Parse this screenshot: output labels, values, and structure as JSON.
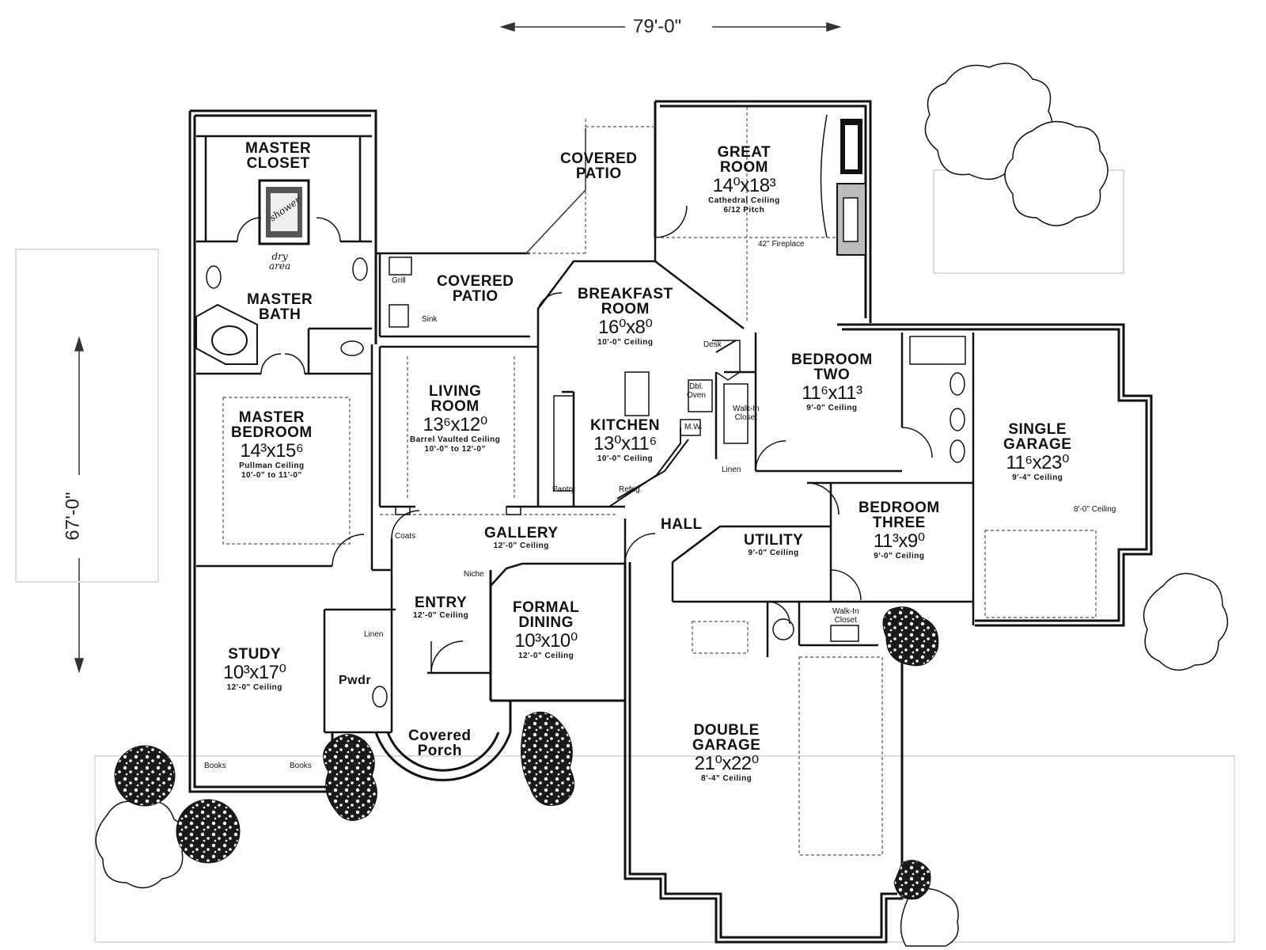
{
  "overall": {
    "width": "79'-0\"",
    "depth": "67'-0\""
  },
  "rooms": {
    "master_closet": {
      "name": [
        "MASTER",
        "CLOSET"
      ]
    },
    "master_bath": {
      "name": [
        "MASTER",
        "BATH"
      ]
    },
    "master_bedroom": {
      "name": [
        "MASTER",
        "BEDROOM"
      ],
      "dim": "14³x15⁶",
      "notes": [
        "Pullman Ceiling",
        "10'-0\" to 11'-0\""
      ]
    },
    "study": {
      "name": [
        "STUDY"
      ],
      "dim": "10³x17⁰",
      "notes": [
        "12'-0\" Ceiling"
      ]
    },
    "covered_patio_top": {
      "name": [
        "COVERED",
        "PATIO"
      ]
    },
    "covered_patio_mid": {
      "name": [
        "COVERED",
        "PATIO"
      ]
    },
    "great_room": {
      "name": [
        "GREAT",
        "ROOM"
      ],
      "dim": "14⁰x18³",
      "notes": [
        "Cathedral Ceiling",
        "6/12 Pitch"
      ]
    },
    "breakfast_room": {
      "name": [
        "BREAKFAST",
        "ROOM"
      ],
      "dim": "16⁰x8⁰",
      "notes": [
        "10'-0\" Ceiling"
      ]
    },
    "living_room": {
      "name": [
        "LIVING",
        "ROOM"
      ],
      "dim": "13⁶x12⁰",
      "notes": [
        "Barrel Vaulted Ceiling",
        "10'-0\" to 12'-0\""
      ]
    },
    "kitchen": {
      "name": [
        "KITCHEN"
      ],
      "dim": "13⁰x11⁶",
      "notes": [
        "10'-0\" Ceiling"
      ]
    },
    "bedroom_two": {
      "name": [
        "BEDROOM",
        "TWO"
      ],
      "dim": "11⁶x11³",
      "notes": [
        "9'-0\" Ceiling"
      ]
    },
    "single_garage": {
      "name": [
        "SINGLE",
        "GARAGE"
      ],
      "dim": "11⁶x23⁰",
      "notes": [
        "9'-4\" Ceiling"
      ]
    },
    "bedroom_three": {
      "name": [
        "BEDROOM",
        "THREE"
      ],
      "dim": "11³x9⁰",
      "notes": [
        "9'-0\" Ceiling"
      ]
    },
    "gallery": {
      "name": [
        "GALLERY"
      ],
      "notes": [
        "12'-0\" Ceiling"
      ]
    },
    "hall": {
      "name": [
        "HALL"
      ]
    },
    "utility": {
      "name": [
        "UTILITY"
      ],
      "notes": [
        "9'-0\" Ceiling"
      ]
    },
    "entry": {
      "name": [
        "ENTRY"
      ],
      "notes": [
        "12'-0\" Ceiling"
      ]
    },
    "formal_dining": {
      "name": [
        "FORMAL",
        "DINING"
      ],
      "dim": "10³x10⁰",
      "notes": [
        "12'-0\" Ceiling"
      ]
    },
    "covered_porch": {
      "name": [
        "Covered",
        "Porch"
      ]
    },
    "double_garage": {
      "name": [
        "DOUBLE",
        "GARAGE"
      ],
      "dim": "21⁰x22⁰",
      "notes": [
        "8'-4\" Ceiling"
      ]
    }
  },
  "small_labels": {
    "fireplace": "42\" Fireplace",
    "grill": "Grill",
    "sink": "Sink",
    "desk": "Desk",
    "dbl_oven": [
      "Dbl.",
      "Oven"
    ],
    "mw": "M.W.",
    "walkin_closet_1": [
      "Walk-In",
      "Closet"
    ],
    "walkin_closet_2": [
      "Walk-In",
      "Closet"
    ],
    "linen_1": "Linen",
    "linen_2": "Linen",
    "pantry": "Pantry",
    "refrig": "Refrig.",
    "coats": "Coats",
    "niche": "Niche",
    "pwdr": "Pwdr",
    "books_1": "Books",
    "books_2": "Books",
    "garage_ceiling": "8'-0\" Ceiling"
  },
  "handwriting": {
    "shower": "shower",
    "dry_area": [
      "dry",
      "area"
    ]
  }
}
